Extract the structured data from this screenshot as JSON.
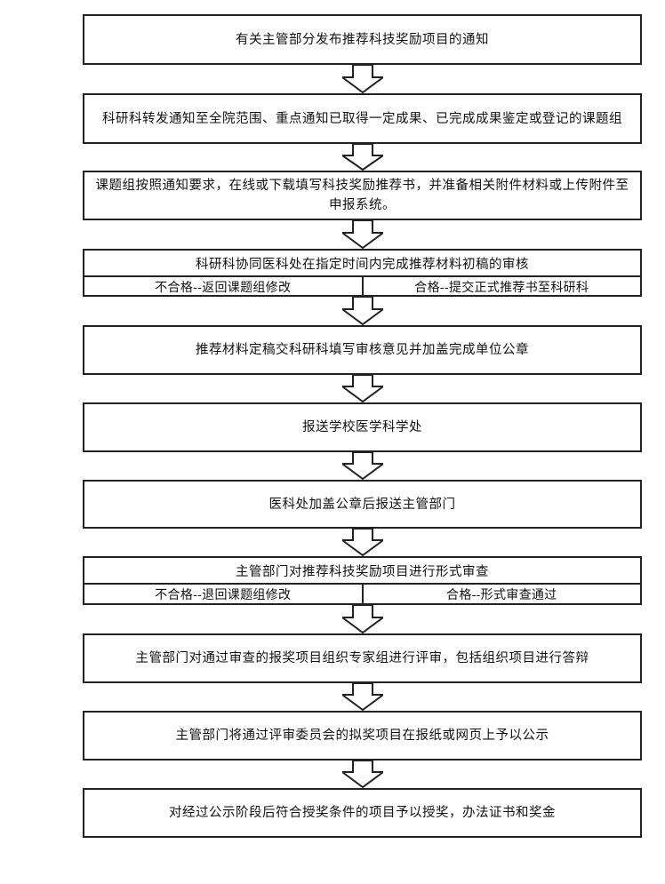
{
  "steps": [
    {
      "text": "有关主管部分发布推荐科技奖励项目的通知"
    },
    {
      "text": "科研科转发通知至全院范围、重点通知已取得一定成果、已完成成果鉴定或登记的课题组"
    },
    {
      "text": "课题组按照通知要求，在线或下载填写科技奖励推荐书，并准备相关附件材料或上传附件至申报系统。"
    },
    {
      "text": "科研科协同医科处在指定时间内完成推荐材料初稿的审核",
      "fail": "不合格--返回课题组修改",
      "pass": "合格--提交正式推荐书至科研科"
    },
    {
      "text": "推荐材料定稿交科研科填写审核意见并加盖完成单位公章"
    },
    {
      "text": "报送学校医学科学处"
    },
    {
      "text": "医科处加盖公章后报送主管部门"
    },
    {
      "text": "主管部门对推荐科技奖励项目进行形式审查",
      "fail": "不合格--退回课题组修改",
      "pass": "合格--形式审查通过"
    },
    {
      "text": "主管部门对通过审查的报奖项目组织专家组进行评审，包括组织项目进行答辩"
    },
    {
      "text": "主管部门将通过评审委员会的拟奖项目在报纸或网页上予以公示"
    },
    {
      "text": "对经过公示阶段后符合授奖条件的项目予以授奖，办法证书和奖金"
    }
  ]
}
